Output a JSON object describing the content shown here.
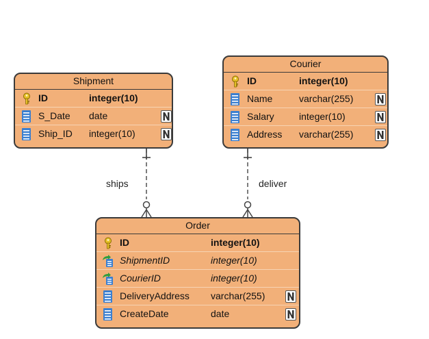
{
  "colors": {
    "entity_fill": "#f2b079",
    "entity_border": "#3a3a3a",
    "row_separator": "#f7d4b4",
    "pk_icon": "#e6c028",
    "column_icon": "#3b7fd0",
    "fk_arrow": "#2f9e3d",
    "line": "#444444"
  },
  "entities": {
    "shipment": {
      "name": "Shipment",
      "columns": [
        {
          "name": "ID",
          "type": "integer(10)",
          "key": "pk",
          "nullable": false,
          "icon": "primary-key-icon"
        },
        {
          "name": "S_Date",
          "type": "date",
          "key": "",
          "nullable": true,
          "icon": "column-icon"
        },
        {
          "name": "Ship_ID",
          "type": "integer(10)",
          "key": "",
          "nullable": true,
          "icon": "column-icon"
        }
      ]
    },
    "courier": {
      "name": "Courier",
      "columns": [
        {
          "name": "ID",
          "type": "integer(10)",
          "key": "pk",
          "nullable": false,
          "icon": "primary-key-icon"
        },
        {
          "name": "Name",
          "type": "varchar(255)",
          "key": "",
          "nullable": true,
          "icon": "column-icon"
        },
        {
          "name": "Salary",
          "type": "integer(10)",
          "key": "",
          "nullable": true,
          "icon": "column-icon"
        },
        {
          "name": "Address",
          "type": "varchar(255)",
          "key": "",
          "nullable": true,
          "icon": "column-icon"
        }
      ]
    },
    "order": {
      "name": "Order",
      "columns": [
        {
          "name": "ID",
          "type": "integer(10)",
          "key": "pk",
          "nullable": false,
          "icon": "primary-key-icon"
        },
        {
          "name": "ShipmentID",
          "type": "integer(10)",
          "key": "fk",
          "nullable": false,
          "icon": "foreign-key-icon"
        },
        {
          "name": "CourierID",
          "type": "integer(10)",
          "key": "fk",
          "nullable": false,
          "icon": "foreign-key-icon"
        },
        {
          "name": "DeliveryAddress",
          "type": "varchar(255)",
          "key": "",
          "nullable": true,
          "icon": "column-icon"
        },
        {
          "name": "CreateDate",
          "type": "date",
          "key": "",
          "nullable": true,
          "icon": "column-icon"
        }
      ]
    }
  },
  "relationships": [
    {
      "label": "ships",
      "from": "shipment",
      "to": "order",
      "from_cardinality": "one",
      "to_cardinality": "zero-or-many"
    },
    {
      "label": "deliver",
      "from": "courier",
      "to": "order",
      "from_cardinality": "one",
      "to_cardinality": "zero-or-many"
    }
  ],
  "nullable_marker": "N"
}
